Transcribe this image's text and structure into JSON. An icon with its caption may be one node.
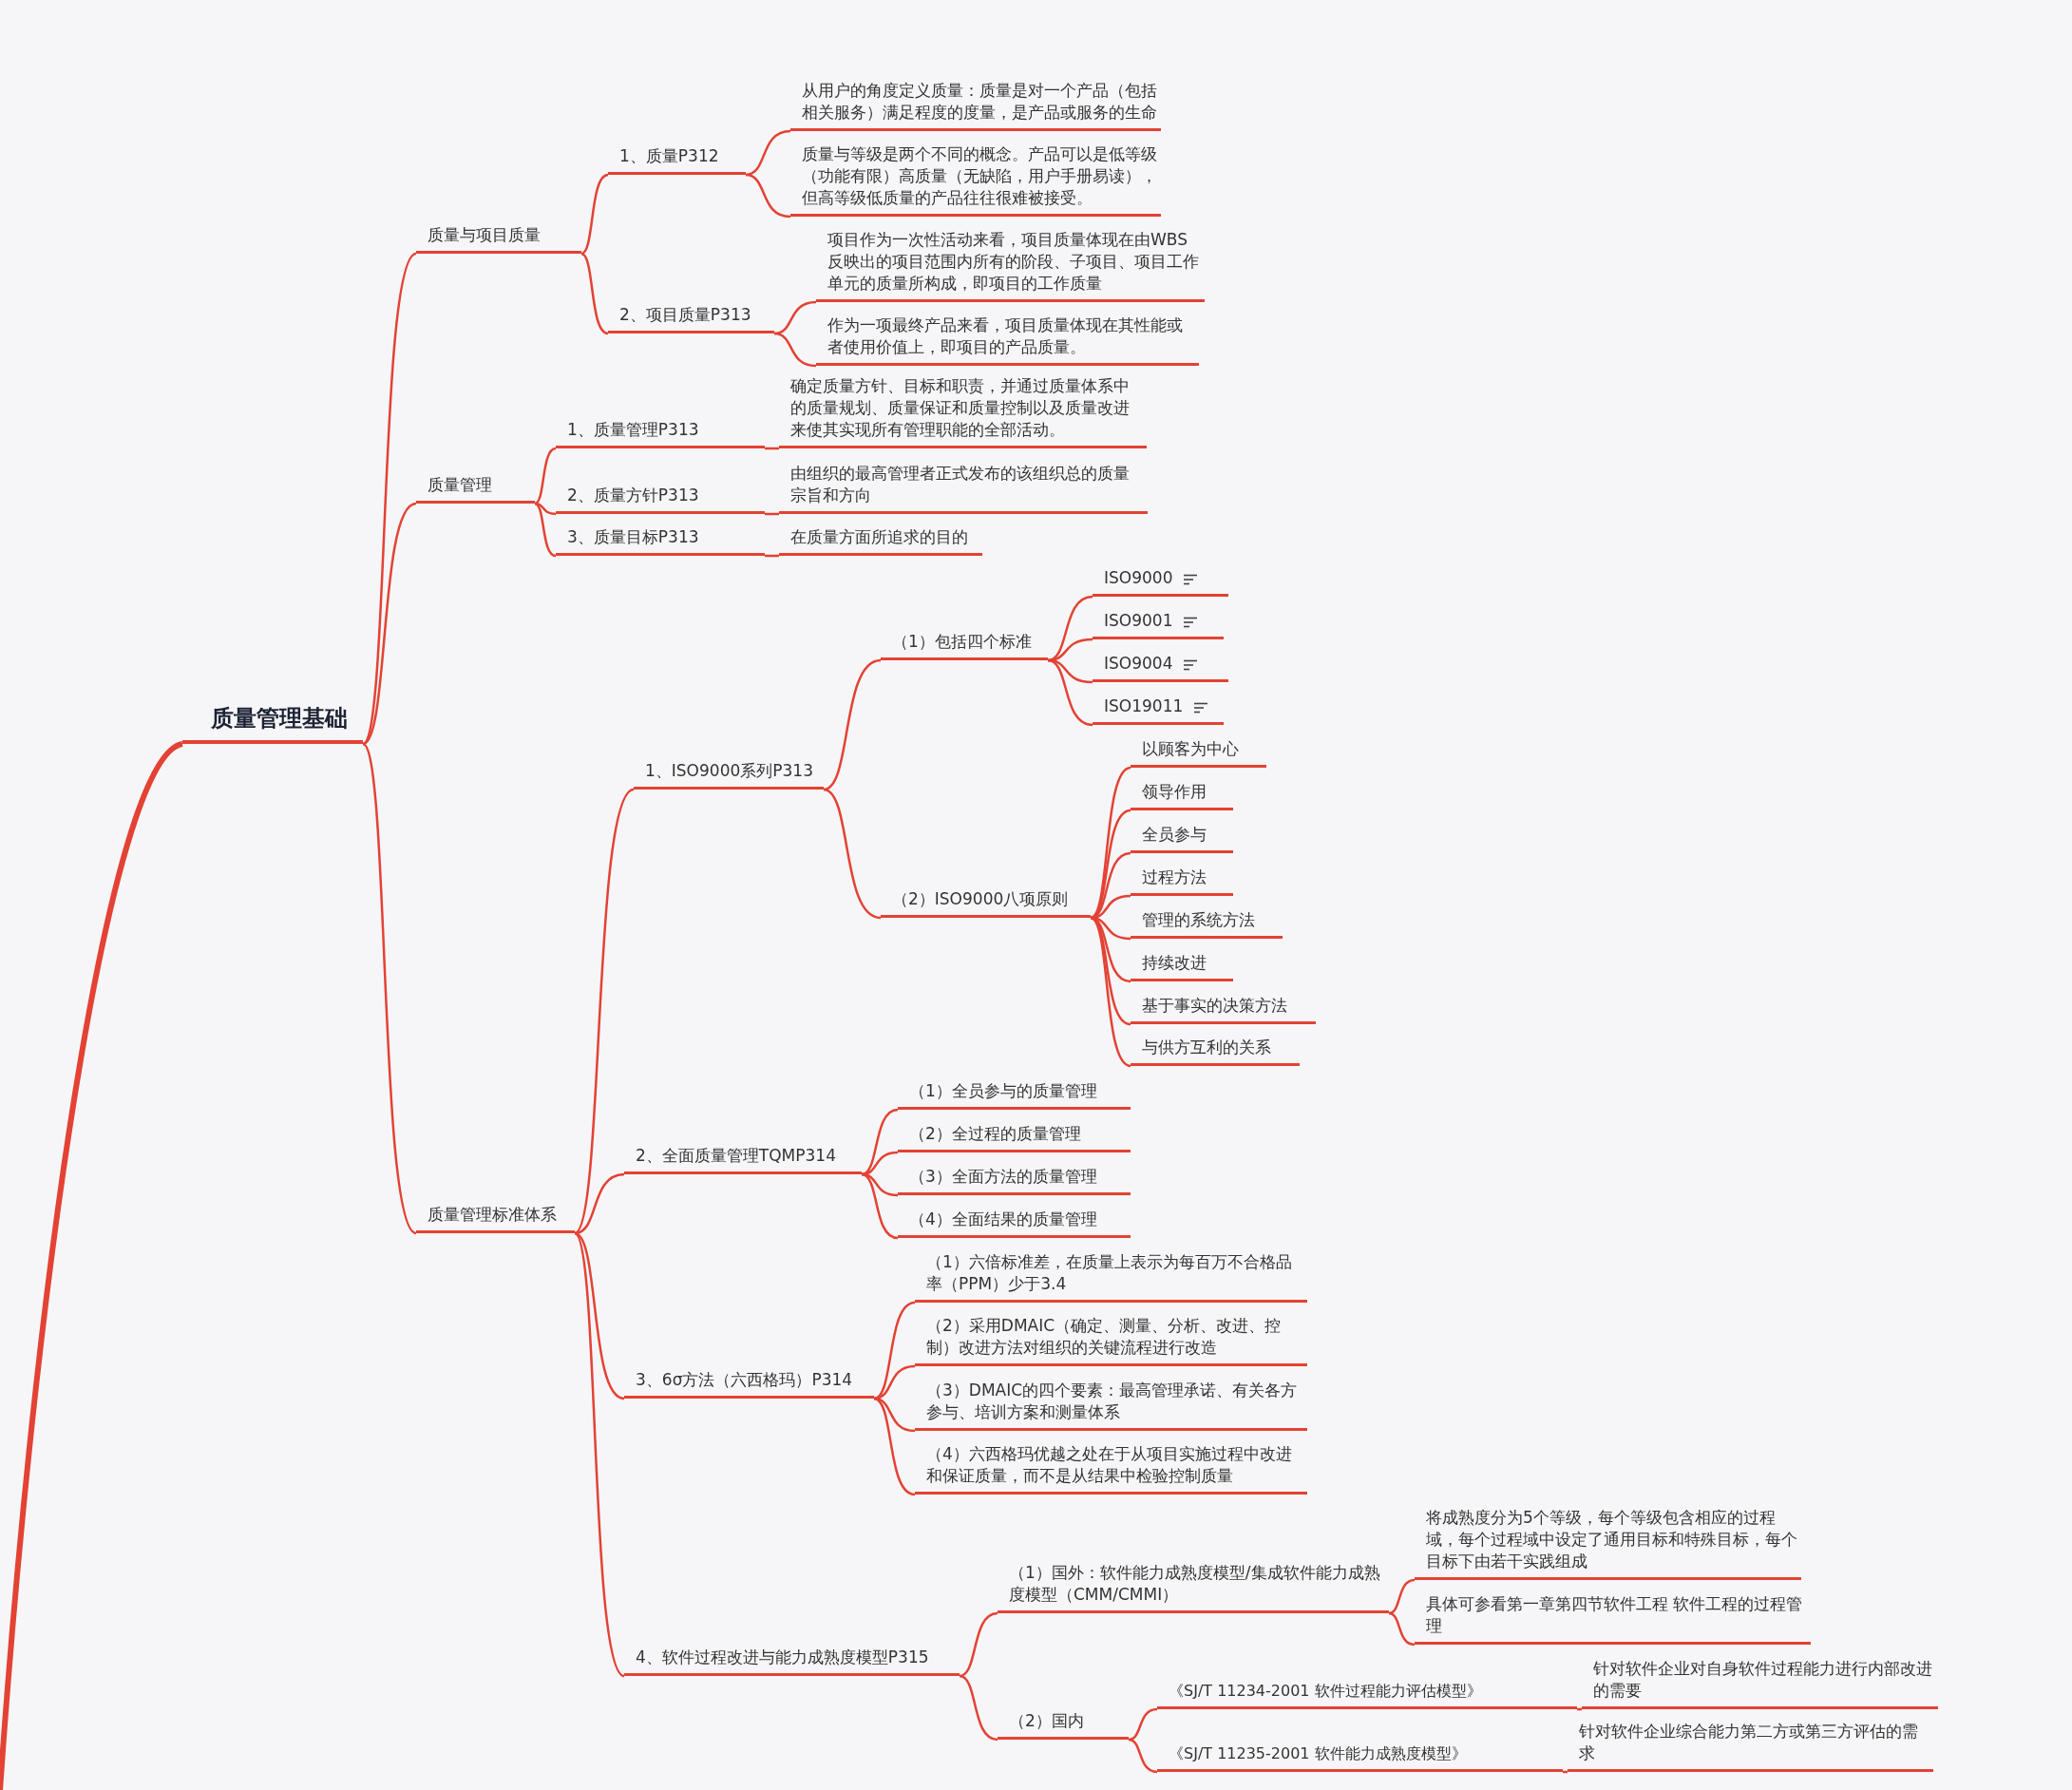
{
  "diagram": {
    "nodes": [
      {
        "text": [
          "质量管理基础"
        ]
      },
      {
        "text": [
          "质量与项目质量"
        ]
      },
      {
        "text": [
          "1、质量P312"
        ]
      },
      {
        "text": [
          "从用户的角度定义质量：质量是对一个产品（包括相关服务）满足程度的度量，是产品或服务的生命"
        ]
      },
      {
        "text": [
          "质量与等级是两个不同的概念。产品可以是低等级（功能有限）高质量（无缺陷，用户手册易读），但高等级低质量的产品往往很难被接受。"
        ]
      },
      {
        "text": [
          "2、项目质量P313"
        ]
      },
      {
        "text": [
          "项目作为一次性活动来看，项目质量体现在由WBS反映出的项目范围内所有的阶段、子项目、项目工作单元的质量所构成，即项目的工作质量"
        ]
      },
      {
        "text": [
          "作为一项最终产品来看，项目质量体现在其性能或者使用价值上，即项目的产品质量。"
        ]
      },
      {
        "text": [
          "质量管理"
        ]
      },
      {
        "text": [
          "1、质量管理P313"
        ]
      },
      {
        "text": [
          "确定质量方针、目标和职责，并通过质量体系中的质量规划、质量保证和质量控制以及质量改进来使其实现所有管理职能的全部活动。"
        ]
      },
      {
        "text": [
          "2、质量方针P313"
        ]
      },
      {
        "text": [
          "由组织的最高管理者正式发布的该组织总的质量宗旨和方向"
        ]
      },
      {
        "text": [
          "3、质量目标P313"
        ]
      },
      {
        "text": [
          "在质量方面所追求的目的"
        ]
      },
      {
        "text": [
          "质量管理标准体系"
        ]
      },
      {
        "text": [
          "1、ISO9000系列P313"
        ]
      },
      {
        "text": [
          "（1）包括四个标准"
        ]
      },
      {
        "text": [
          "ISO9000"
        ]
      },
      {
        "text": [
          "ISO9001"
        ]
      },
      {
        "text": [
          "ISO9004"
        ]
      },
      {
        "text": [
          "ISO19011"
        ]
      },
      {
        "text": [
          "（2）ISO9000八项原则"
        ]
      },
      {
        "text": [
          "以顾客为中心"
        ]
      },
      {
        "text": [
          "领导作用"
        ]
      },
      {
        "text": [
          "全员参与"
        ]
      },
      {
        "text": [
          "过程方法"
        ]
      },
      {
        "text": [
          "管理的系统方法"
        ]
      },
      {
        "text": [
          "持续改进"
        ]
      },
      {
        "text": [
          "基于事实的决策方法"
        ]
      },
      {
        "text": [
          "与供方互利的关系"
        ]
      },
      {
        "text": [
          "2、全面质量管理TQMP314"
        ]
      },
      {
        "text": [
          "（1）全员参与的质量管理"
        ]
      },
      {
        "text": [
          "（2）全过程的质量管理"
        ]
      },
      {
        "text": [
          "（3）全面方法的质量管理"
        ]
      },
      {
        "text": [
          "（4）全面结果的质量管理"
        ]
      },
      {
        "text": [
          "3、6σ方法（六西格玛）P314"
        ]
      },
      {
        "text": [
          "（1）六倍标准差，在质量上表示为每百万不合格品率（PPM）少于3.4"
        ]
      },
      {
        "text": [
          "（2）采用DMAIC（确定、测量、分析、改进、控制）改进方法对组织的关键流程进行改造"
        ]
      },
      {
        "text": [
          "（3）DMAIC的四个要素：最高管理承诺、有关各方参与、培训方案和测量体系"
        ]
      },
      {
        "text": [
          "（4）六西格玛优越之处在于从项目实施过程中改进和保证质量，而不是从结果中检验控制质量"
        ]
      },
      {
        "text": [
          "4、软件过程改进与能力成熟度模型P315"
        ]
      },
      {
        "text": [
          "（1）国外：软件能力成熟度模型/集成软件能力成熟度模型（CMM/CMMI）"
        ]
      },
      {
        "text": [
          "将成熟度分为5个等级，每个等级包含相应的过程域，每个过程域中设定了通用目标和特殊目标，每个目标下由若干实践组成"
        ]
      },
      {
        "text": [
          "具体可参看第一章第四节软件工程 软件工程的过程管理"
        ]
      },
      {
        "text": [
          "（2）国内"
        ]
      },
      {
        "text": [
          "《SJ/T 11234-2001 软件过程能力评估模型》"
        ]
      },
      {
        "text": [
          "针对软件企业对自身软件过程能力进行内部改进的需要"
        ]
      },
      {
        "text": [
          "《SJ/T 11235-2001 软件能力成熟度模型》"
        ]
      },
      {
        "text": [
          "针对软件企业综合能力第二方或第三方评估的需求"
        ]
      }
    ],
    "edges": [
      {
        "from": 0,
        "to": 1,
        "arrow": "none"
      },
      {
        "from": 1,
        "to": 2,
        "arrow": "none"
      },
      {
        "from": 2,
        "to": 3,
        "arrow": "none"
      },
      {
        "from": 2,
        "to": 4,
        "arrow": "none"
      },
      {
        "from": 1,
        "to": 5,
        "arrow": "none"
      },
      {
        "from": 5,
        "to": 6,
        "arrow": "none"
      },
      {
        "from": 5,
        "to": 7,
        "arrow": "none"
      },
      {
        "from": 0,
        "to": 8,
        "arrow": "none"
      },
      {
        "from": 8,
        "to": 9,
        "arrow": "none"
      },
      {
        "from": 9,
        "to": 10,
        "arrow": "none"
      },
      {
        "from": 8,
        "to": 11,
        "arrow": "none"
      },
      {
        "from": 11,
        "to": 12,
        "arrow": "none"
      },
      {
        "from": 8,
        "to": 13,
        "arrow": "none"
      },
      {
        "from": 13,
        "to": 14,
        "arrow": "none"
      },
      {
        "from": 0,
        "to": 15,
        "arrow": "none"
      },
      {
        "from": 15,
        "to": 16,
        "arrow": "none"
      },
      {
        "from": 16,
        "to": 17,
        "arrow": "none"
      },
      {
        "from": 17,
        "to": 18,
        "arrow": "none"
      },
      {
        "from": 17,
        "to": 19,
        "arrow": "none"
      },
      {
        "from": 17,
        "to": 20,
        "arrow": "none"
      },
      {
        "from": 17,
        "to": 21,
        "arrow": "none"
      },
      {
        "from": 16,
        "to": 22,
        "arrow": "none"
      },
      {
        "from": 22,
        "to": 23,
        "arrow": "none"
      },
      {
        "from": 22,
        "to": 24,
        "arrow": "none"
      },
      {
        "from": 22,
        "to": 25,
        "arrow": "none"
      },
      {
        "from": 22,
        "to": 26,
        "arrow": "none"
      },
      {
        "from": 22,
        "to": 27,
        "arrow": "none"
      },
      {
        "from": 22,
        "to": 28,
        "arrow": "none"
      },
      {
        "from": 22,
        "to": 29,
        "arrow": "none"
      },
      {
        "from": 22,
        "to": 30,
        "arrow": "none"
      },
      {
        "from": 15,
        "to": 31,
        "arrow": "none"
      },
      {
        "from": 31,
        "to": 32,
        "arrow": "none"
      },
      {
        "from": 31,
        "to": 33,
        "arrow": "none"
      },
      {
        "from": 31,
        "to": 34,
        "arrow": "none"
      },
      {
        "from": 31,
        "to": 35,
        "arrow": "none"
      },
      {
        "from": 15,
        "to": 36,
        "arrow": "none"
      },
      {
        "from": 36,
        "to": 37,
        "arrow": "none"
      },
      {
        "from": 36,
        "to": 38,
        "arrow": "none"
      },
      {
        "from": 36,
        "to": 39,
        "arrow": "none"
      },
      {
        "from": 36,
        "to": 40,
        "arrow": "none"
      },
      {
        "from": 15,
        "to": 41,
        "arrow": "none"
      },
      {
        "from": 41,
        "to": 42,
        "arrow": "none"
      },
      {
        "from": 42,
        "to": 43,
        "arrow": "none"
      },
      {
        "from": 42,
        "to": 44,
        "arrow": "none"
      },
      {
        "from": 41,
        "to": 45,
        "arrow": "none"
      },
      {
        "from": 45,
        "to": 46,
        "arrow": "none"
      },
      {
        "from": 46,
        "to": 47,
        "arrow": "none"
      },
      {
        "from": 45,
        "to": 48,
        "arrow": "none"
      },
      {
        "from": 48,
        "to": 49,
        "arrow": "none"
      },
      {
        "from": 0,
        "to": null,
        "arrow": "none",
        "style": "thick"
      }
    ]
  }
}
